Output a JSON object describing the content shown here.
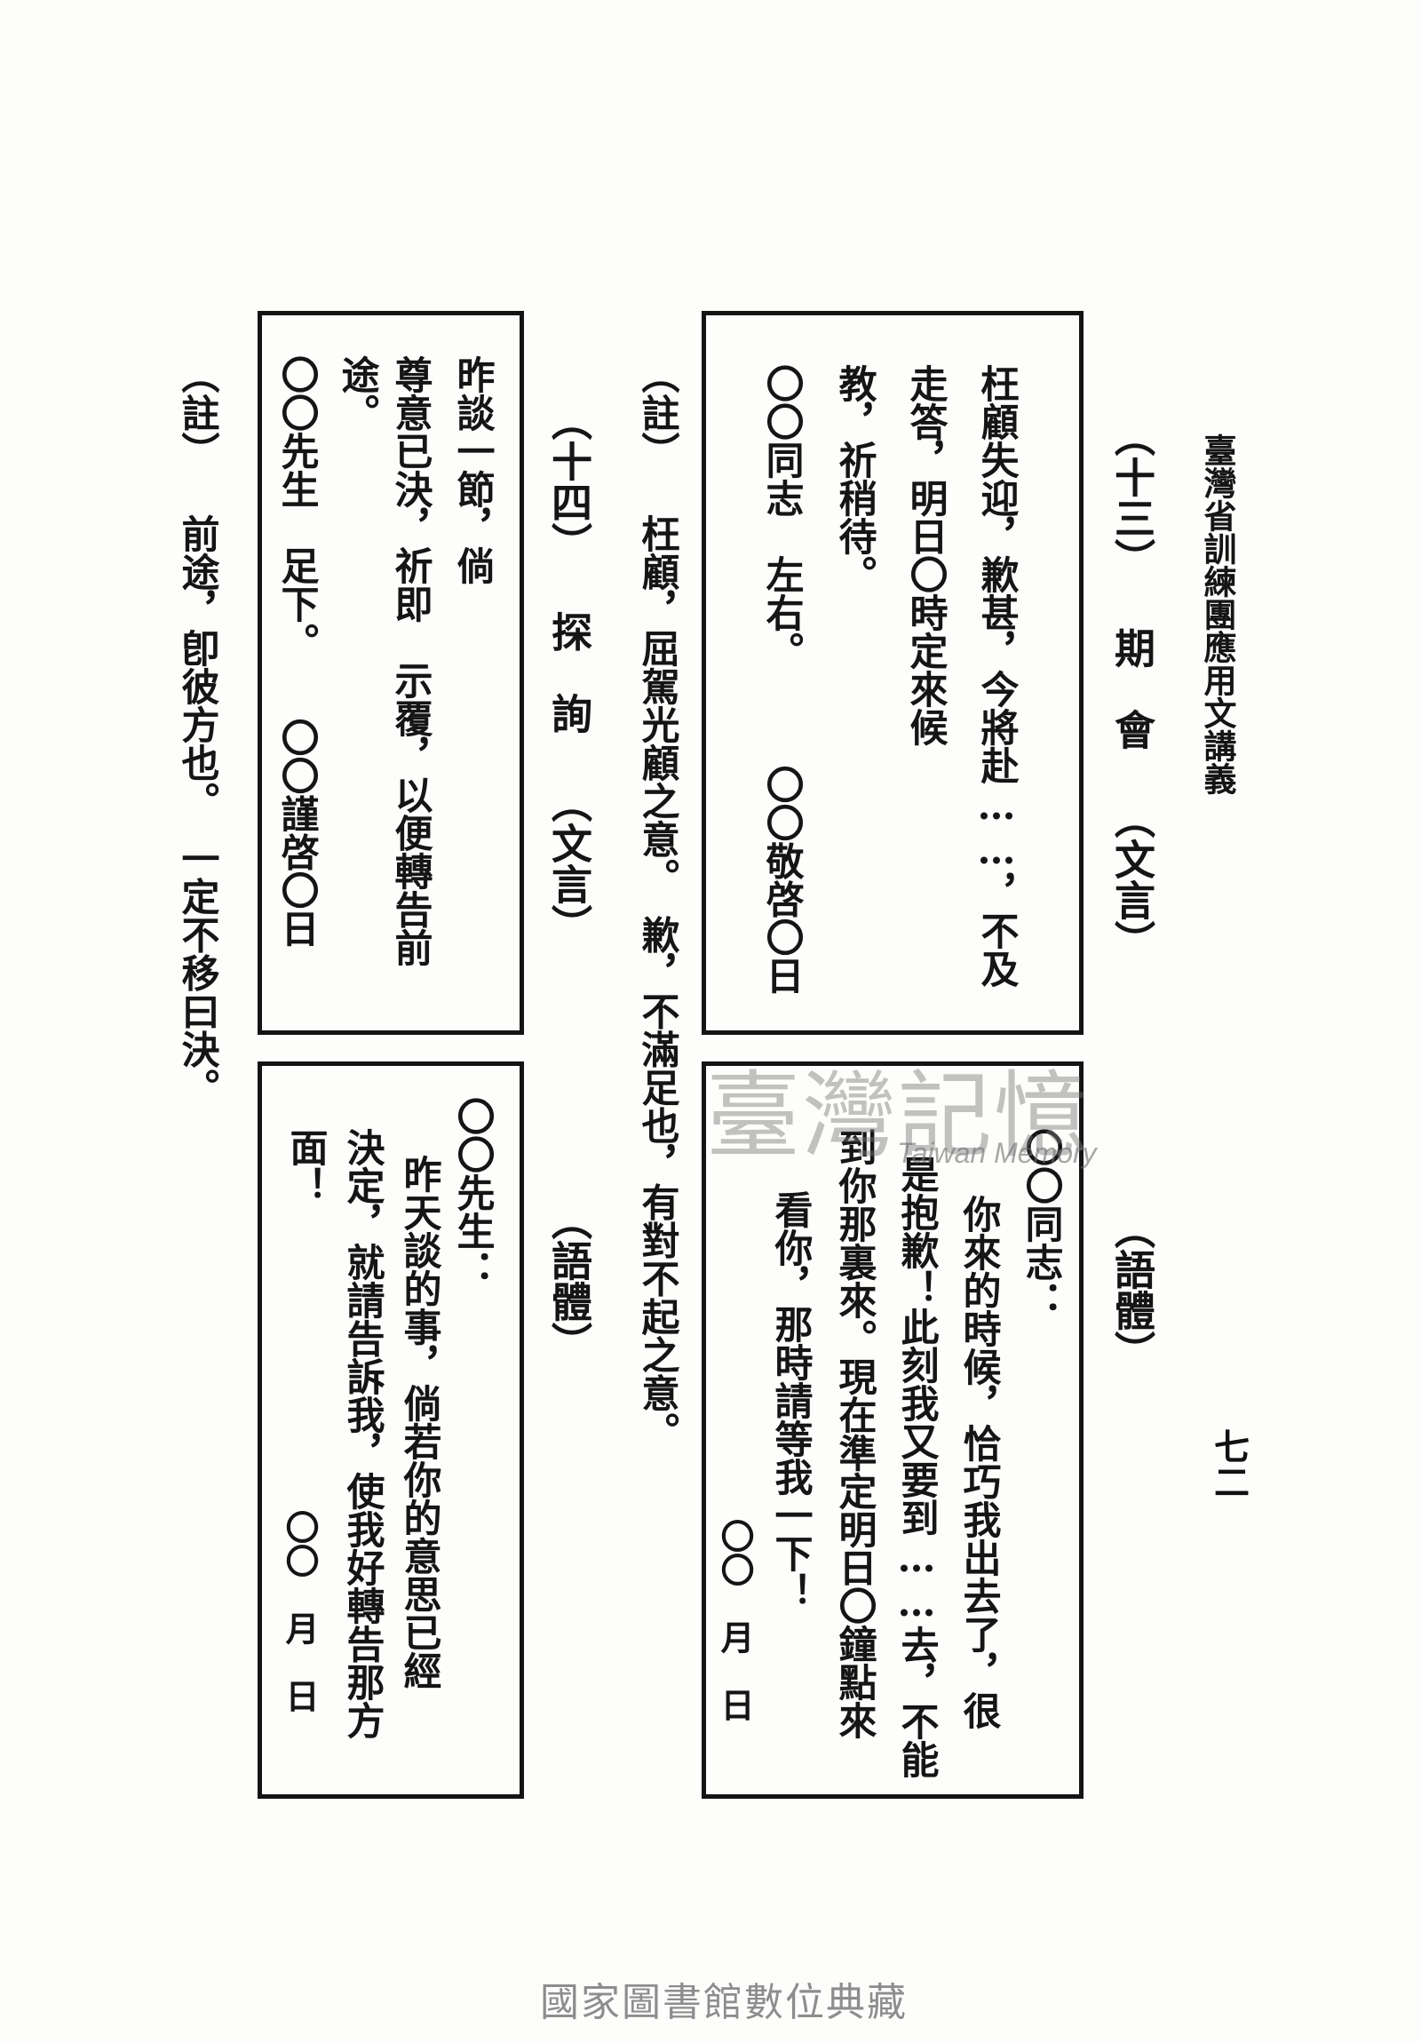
{
  "header": {
    "book_title": "臺灣省訓練團應用文講義",
    "page_number": "七二"
  },
  "section13": {
    "heading": "（十三） 期　會 （文言）",
    "letter": [
      "枉顧失迎，歉甚，今將赴……，不及",
      "走答，明日〇時定來候",
      "教，祈稍待。",
      "〇〇同志　左右。　　　〇〇敬啓〇日"
    ],
    "note": [
      "（註） 枉顧，屈駕光顧之意。　歉，不滿足也，有對不起之意。"
    ],
    "vernacular_heading": "（語體）",
    "vernacular": [
      "〇〇同志：",
      "你來的時候，恰巧我出去了，很",
      "是抱歉！此刻我又要到……去，不能",
      "到你那裏來。現在準定明日〇鐘點來",
      "看你，那時請等我一下！",
      "〇〇　月　日"
    ]
  },
  "section14": {
    "heading": "（十四） 探　詢 （文言）",
    "letter": [
      "昨談一節，倘",
      "尊意已決，祈即　示覆，以便轉告前",
      "途。",
      "〇〇先生　足下。　　〇〇謹啓〇日"
    ],
    "note": [
      "（註） 前途，卽彼方也。　一定不移曰決。"
    ],
    "vernacular_heading": "（語體）",
    "vernacular": [
      "〇〇先生：",
      "昨天談的事，倘若你的意思已經",
      "決定，就請告訴我，使我好轉告那方",
      "面！",
      "〇〇　月　日"
    ]
  },
  "watermark": {
    "text_cn": "臺灣記憶",
    "text_en": "Taiwan Memory"
  },
  "footer": {
    "text": "國家圖書館數位典藏"
  }
}
